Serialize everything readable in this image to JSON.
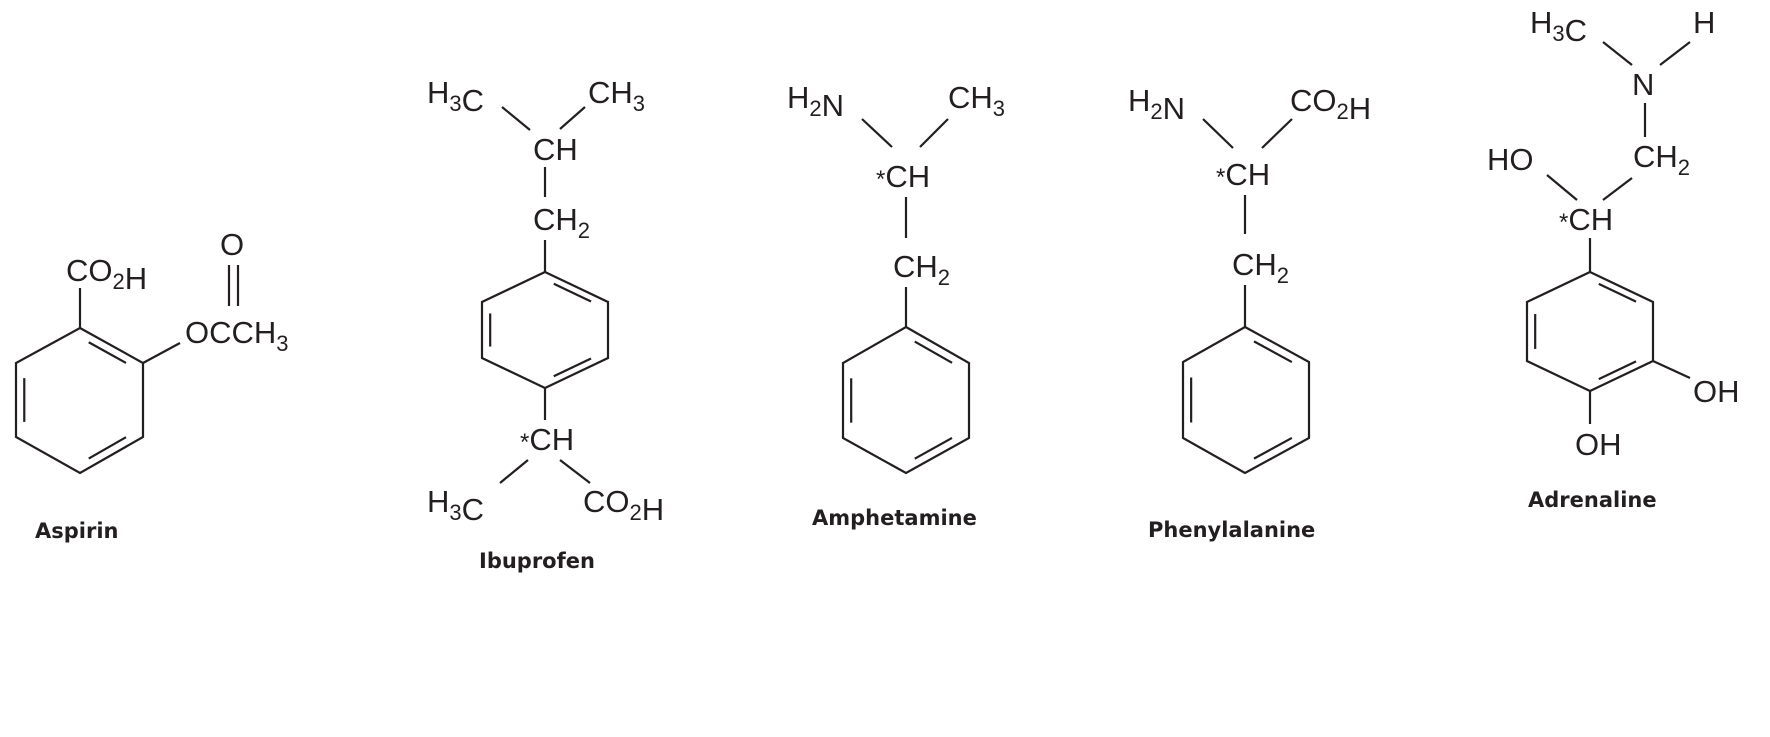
{
  "molecules": {
    "aspirin": {
      "name": "Aspirin",
      "groups": {
        "acid": "CO2H",
        "ester": "OCCH3",
        "carbonyl_o": "O"
      }
    },
    "ibuprofen": {
      "name": "Ibuprofen",
      "groups": {
        "methyl_left": "H3C",
        "methyl_right": "CH3",
        "ch": "CH",
        "ch2": "CH2",
        "chiral_ch": "*CH",
        "methyl_bottom": "H3C",
        "acid": "CO2H"
      }
    },
    "amphetamine": {
      "name": "Amphetamine",
      "groups": {
        "amine": "H2N",
        "methyl": "CH3",
        "chiral_ch": "*CH",
        "ch2": "CH2"
      }
    },
    "phenylalanine": {
      "name": "Phenylalanine",
      "groups": {
        "amine": "H2N",
        "acid": "CO2H",
        "chiral_ch": "*CH",
        "ch2": "CH2"
      }
    },
    "adrenaline": {
      "name": "Adrenaline",
      "groups": {
        "methyl": "H3C",
        "h": "H",
        "n": "N",
        "ch2": "CH2",
        "ho": "HO",
        "chiral_ch": "*CH",
        "oh_meta": "OH",
        "oh_para": "OH"
      }
    }
  }
}
